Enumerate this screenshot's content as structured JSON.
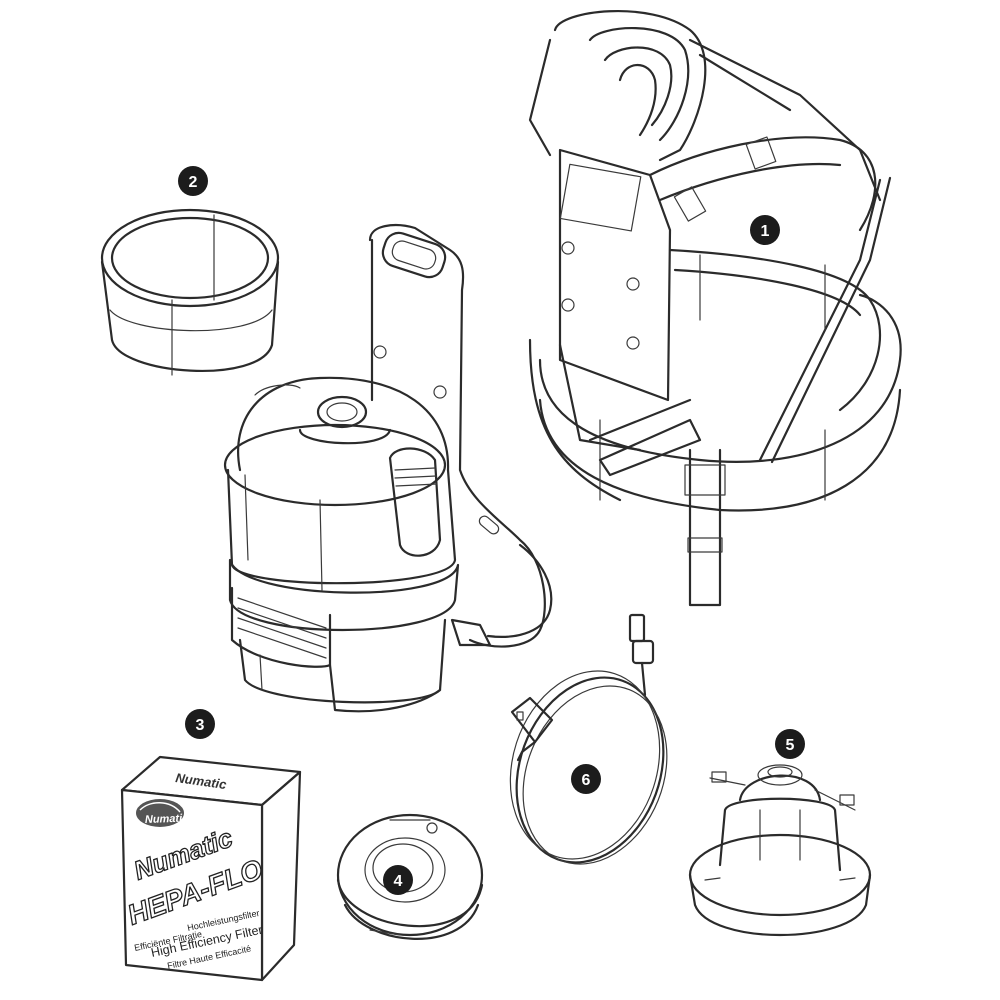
{
  "callouts": [
    "1",
    "2",
    "3",
    "4",
    "5",
    "6"
  ],
  "filter_box": {
    "brand": "Numatic",
    "product": "HEPA-FLO",
    "lines": [
      "Efficiënte Filtratie",
      "Hochleistungsfilter",
      "High Efficiency Filter",
      "Filtre Haute Efficacité"
    ]
  },
  "colors": {
    "badge": "#1c1c1c",
    "line": "#2b2b2b",
    "background": "#ffffff"
  }
}
